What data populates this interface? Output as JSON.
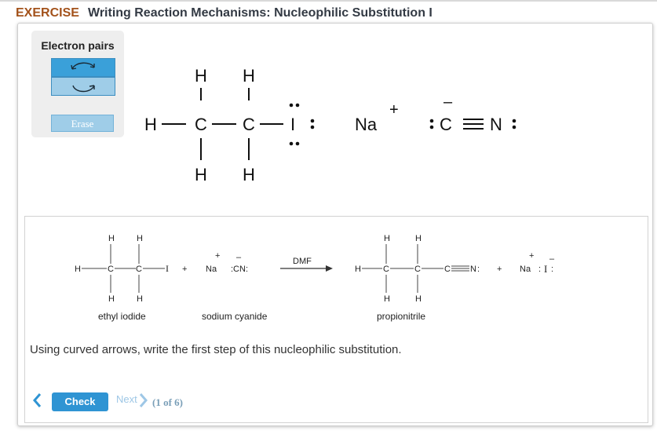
{
  "header": {
    "keyword": "EXERCISE",
    "title": "Writing Reaction Mechanisms: Nucleophilic Substitution I"
  },
  "tool_panel": {
    "title": "Electron pairs",
    "buttons": [
      {
        "icon": "curved-arrow-double-icon"
      },
      {
        "icon": "curved-arrow-single-icon"
      }
    ],
    "erase_label": "Erase"
  },
  "drawing": {
    "atoms": {
      "H": "H",
      "C": "C",
      "I": "I",
      "Na": "Na",
      "N": "N",
      "plus": "+",
      "minus": "–"
    }
  },
  "equation": {
    "reactant1": {
      "label": "ethyl iodide"
    },
    "reactant2": {
      "label": "sodium cyanide",
      "na": "Na",
      "cn": ":CN:"
    },
    "conditions": "DMF",
    "product": {
      "label": "propionitrile"
    },
    "byproduct": {
      "na": "Na",
      "iodide": "I"
    },
    "plus": "+",
    "atom_H": "H",
    "atom_C": "C",
    "atom_I": "I",
    "atom_N": "N"
  },
  "question": "Using curved arrows, write the first step of this nucleophilic substitution.",
  "nav": {
    "check_label": "Check",
    "next_label": "Next",
    "progress": "(1 of 6)"
  },
  "colors": {
    "keyword": "#a3521b",
    "button_primary": "#2f94d3",
    "arrow_tool_active": "#3aa0d9"
  }
}
